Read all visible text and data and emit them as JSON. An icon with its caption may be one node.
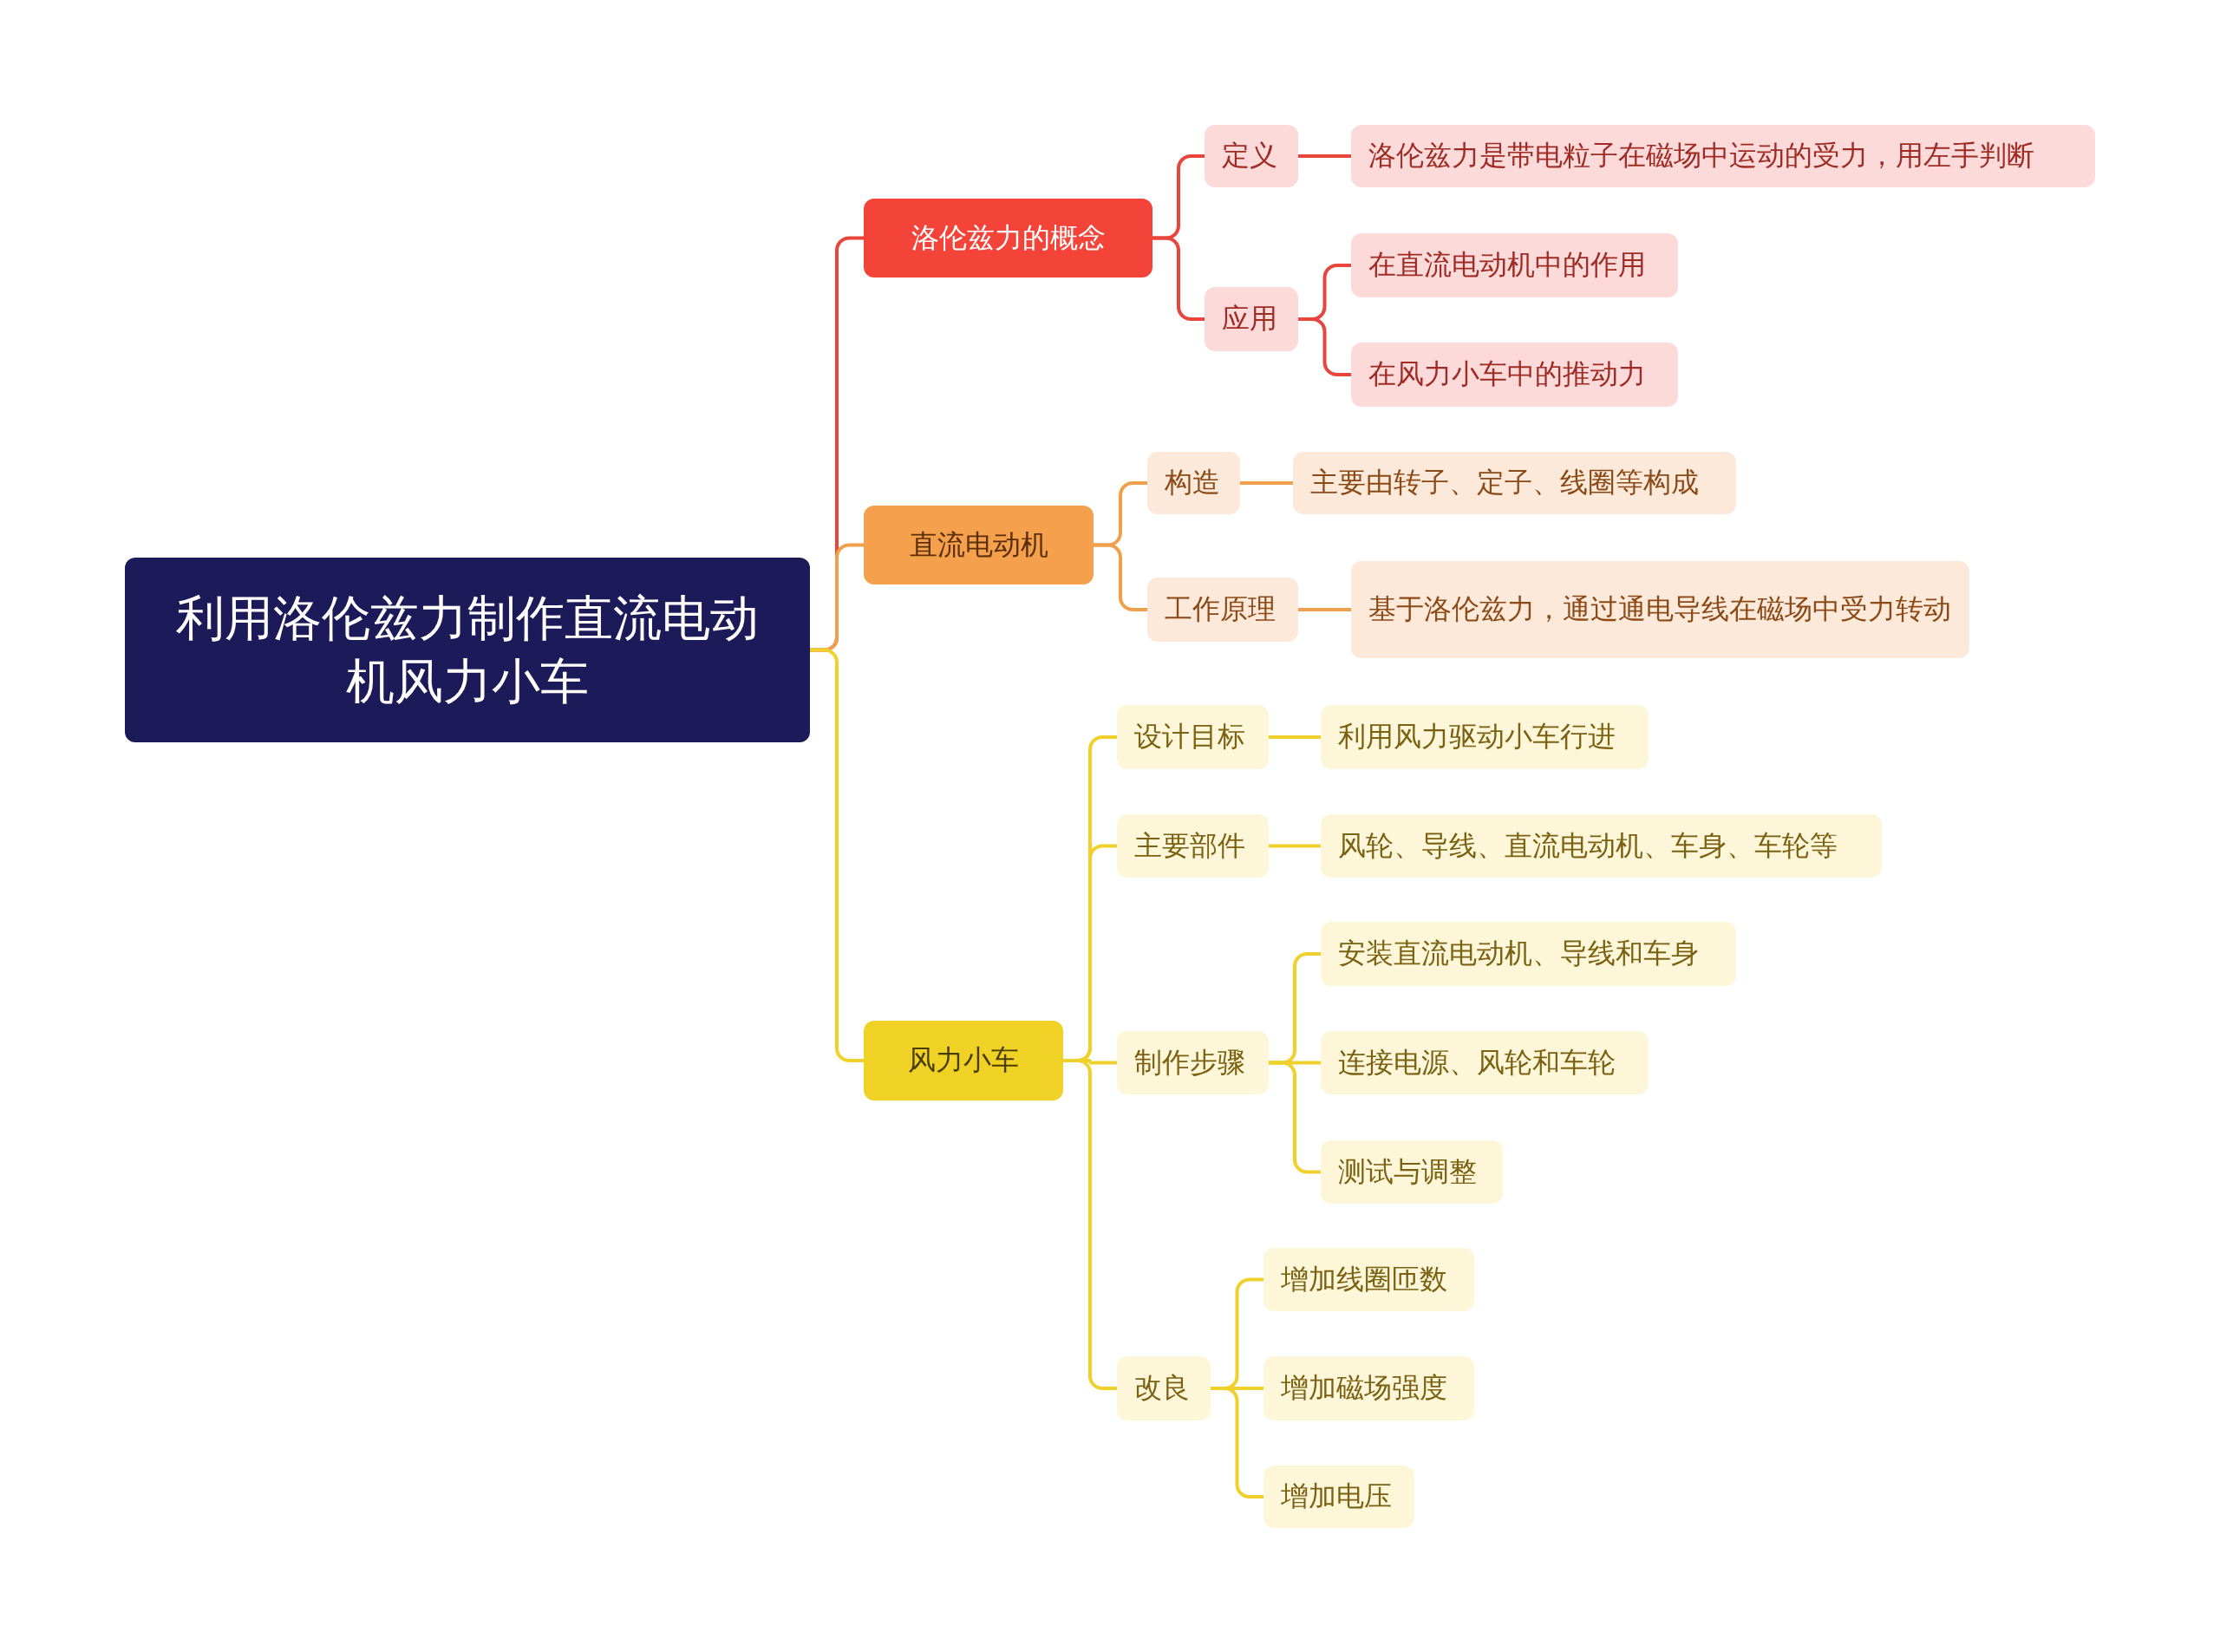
{
  "diagram": {
    "nodes": [
      {
        "text": [
          "利用洛伦兹力制作直流电动机风力小车"
        ]
      },
      {
        "text": [
          "洛伦兹力的概念"
        ]
      },
      {
        "text": [
          "定义"
        ]
      },
      {
        "text": [
          "洛伦兹力是带电粒子在磁场中运动的受力，用左手判断"
        ]
      },
      {
        "text": [
          "应用"
        ]
      },
      {
        "text": [
          "在直流电动机中的作用"
        ]
      },
      {
        "text": [
          "在风力小车中的推动力"
        ]
      },
      {
        "text": [
          "直流电动机"
        ]
      },
      {
        "text": [
          "构造"
        ]
      },
      {
        "text": [
          "主要由转子、定子、线圈等构成"
        ]
      },
      {
        "text": [
          "工作原理"
        ]
      },
      {
        "text": [
          "基于洛伦兹力，通过通电导线在磁场中受力转动"
        ]
      },
      {
        "text": [
          "风力小车"
        ]
      },
      {
        "text": [
          "设计目标"
        ]
      },
      {
        "text": [
          "利用风力驱动小车行进"
        ]
      },
      {
        "text": [
          "主要部件"
        ]
      },
      {
        "text": [
          "风轮、导线、直流电动机、车身、车轮等"
        ]
      },
      {
        "text": [
          "制作步骤"
        ]
      },
      {
        "text": [
          "安装直流电动机、导线和车身"
        ]
      },
      {
        "text": [
          "连接电源、风轮和车轮"
        ]
      },
      {
        "text": [
          "测试与调整"
        ]
      },
      {
        "text": [
          "改良"
        ]
      },
      {
        "text": [
          "增加线圈匝数"
        ]
      },
      {
        "text": [
          "增加磁场强度"
        ]
      },
      {
        "text": [
          "增加电压"
        ]
      }
    ],
    "edges": [
      {
        "from": 0,
        "to": 1,
        "arrow": "none",
        "color": "#e8453c"
      },
      {
        "from": 1,
        "to": 2,
        "arrow": "none",
        "color": "#e8453c"
      },
      {
        "from": 2,
        "to": 3,
        "arrow": "none",
        "color": "#e8453c"
      },
      {
        "from": 1,
        "to": 4,
        "arrow": "none",
        "color": "#e8453c"
      },
      {
        "from": 4,
        "to": 5,
        "arrow": "none",
        "color": "#e8453c"
      },
      {
        "from": 4,
        "to": 6,
        "arrow": "none",
        "color": "#e8453c"
      },
      {
        "from": 0,
        "to": 7,
        "arrow": "none",
        "color": "#f0a04b"
      },
      {
        "from": 7,
        "to": 8,
        "arrow": "none",
        "color": "#f0a04b"
      },
      {
        "from": 8,
        "to": 9,
        "arrow": "none",
        "color": "#f0a04b"
      },
      {
        "from": 7,
        "to": 10,
        "arrow": "none",
        "color": "#f0a04b"
      },
      {
        "from": 10,
        "to": 11,
        "arrow": "none",
        "color": "#f0a04b"
      },
      {
        "from": 0,
        "to": 12,
        "arrow": "none"
      },
      {
        "from": 12,
        "to": 13,
        "arrow": "none"
      },
      {
        "from": 13,
        "to": 14,
        "arrow": "none"
      },
      {
        "from": 12,
        "to": 15,
        "arrow": "none"
      },
      {
        "from": 15,
        "to": 16,
        "arrow": "none"
      },
      {
        "from": 12,
        "to": 17,
        "arrow": "none"
      },
      {
        "from": 17,
        "to": 18,
        "arrow": "none"
      },
      {
        "from": 17,
        "to": 19,
        "arrow": "none"
      },
      {
        "from": 17,
        "to": 20,
        "arrow": "none"
      },
      {
        "from": 12,
        "to": 21,
        "arrow": "none"
      },
      {
        "from": 21,
        "to": 22,
        "arrow": "none"
      },
      {
        "from": 21,
        "to": 23,
        "arrow": "none"
      },
      {
        "from": 21,
        "to": 24,
        "arrow": "none"
      }
    ]
  }
}
